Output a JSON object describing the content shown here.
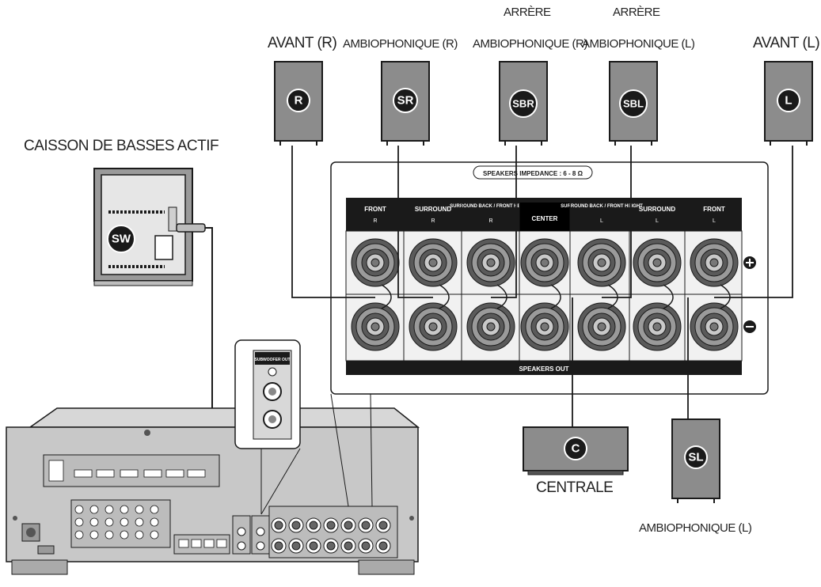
{
  "speakers": {
    "front_right": {
      "caption": "AVANT (R)",
      "badge": "R"
    },
    "surround_right": {
      "caption": "AMBIOPHONIQUE (R)",
      "badge": "SR"
    },
    "surround_back_right": {
      "caption_line1": "ARRÈRE",
      "caption_line2": "AMBIOPHONIQUE (R)",
      "badge": "SBR"
    },
    "surround_back_left": {
      "caption_line1": "ARRÈRE",
      "caption_line2": "AMBIOPHONIQUE (L)",
      "badge": "SBL"
    },
    "front_left": {
      "caption": "AVANT (L)",
      "badge": "L"
    },
    "center": {
      "caption": "CENTRALE",
      "badge": "C"
    },
    "surround_left": {
      "caption": "AMBIOPHONIQUE (L)",
      "badge": "SL"
    },
    "subwoofer": {
      "caption": "CAISSON DE BASSES ACTIF",
      "badge": "SW"
    }
  },
  "panel": {
    "impedance_label": "SPEAKERS IMPEDANCE : 6 - 8 Ω",
    "footer": "SPEAKERS OUT",
    "channels": [
      {
        "name": "FRONT",
        "side": "R"
      },
      {
        "name": "SURROUND",
        "side": "R"
      },
      {
        "name": "SURROUND BACK / FRONT HEIGHT",
        "side": "R"
      },
      {
        "name": "CENTER",
        "side": ""
      },
      {
        "name": "SURROUND BACK / FRONT HEIGHT",
        "side": "L"
      },
      {
        "name": "SURROUND",
        "side": "L"
      },
      {
        "name": "FRONT",
        "side": "L"
      }
    ]
  },
  "subwoofer_out": {
    "label": "SUBWOOFER OUT"
  },
  "colors": {
    "ink": "#1a1a1a",
    "speaker_fill": "#8c8c8c",
    "receiver_fill": "#c8c8c8",
    "badge": "#1a1a1a"
  }
}
